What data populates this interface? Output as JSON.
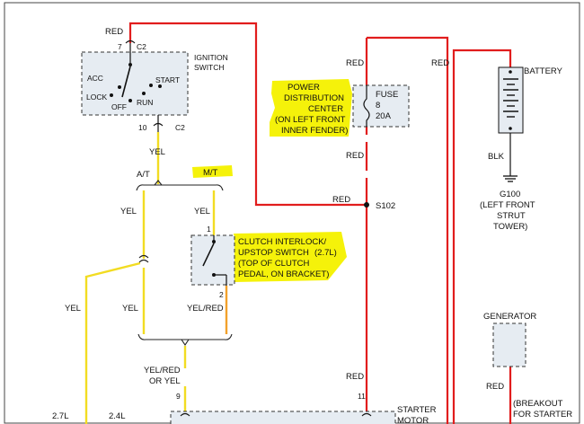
{
  "labels": {
    "red_top": "RED",
    "c2_top_pin": "7",
    "c2_top": "C2",
    "ign_title_1": "IGNITION",
    "ign_title_2": "SWITCH",
    "acc": "ACC",
    "start": "START",
    "lock": "LOCK",
    "off": "OFF",
    "run": "RUN",
    "c2_bot_pin": "10",
    "c2_bot": "C2",
    "yel_1": "YEL",
    "at": "A/T",
    "mt": "M/T",
    "yel_2": "YEL",
    "yel_3": "YEL",
    "pin1": "1",
    "clutch_1": "CLUTCH INTERLOCK/",
    "clutch_2": "UPSTOP SWITCH",
    "clutch_27": "(2.7L)",
    "clutch_3": "(TOP OF CLUTCH",
    "clutch_4": "PEDAL, ON BRACKET)",
    "pin2": "2",
    "yel_left": "YEL",
    "yel_mid": "YEL",
    "yel_red": "YEL/RED",
    "yelred_or_1": "YEL/RED",
    "yelred_or_2": "OR YEL",
    "pin9": "9",
    "l27": "2.7L",
    "l24": "2.4L",
    "pdc_1": "POWER",
    "pdc_2": "DISTRIBUTION",
    "pdc_3": "CENTER",
    "pdc_4": "(ON LEFT FRONT",
    "pdc_5": "INNER FENDER)",
    "fuse_1": "FUSE",
    "fuse_2": "8",
    "fuse_3": "20A",
    "red_pdc_top": "RED",
    "red_pdc_bot": "RED",
    "red_s102": "RED",
    "s102": "S102",
    "red_low": "RED",
    "pin11": "11",
    "starter_1": "STARTER",
    "starter_2": "MOTOR",
    "red_batt": "RED",
    "battery": "BATTERY",
    "blk": "BLK",
    "g100_1": "G100",
    "g100_2": "(LEFT FRONT",
    "g100_3": "STRUT",
    "g100_4": "TOWER)",
    "generator": "GENERATOR",
    "red_gen": "RED",
    "breakout_1": "(BREAKOUT",
    "breakout_2": "FOR STARTER"
  }
}
